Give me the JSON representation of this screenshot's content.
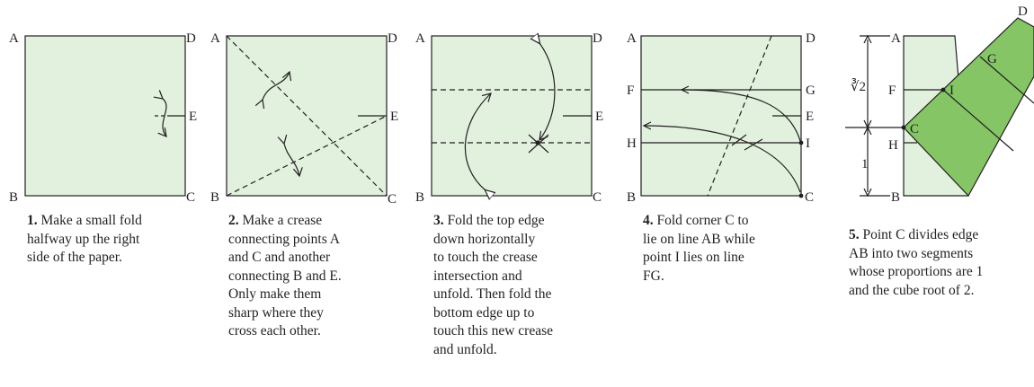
{
  "colors": {
    "paper": "#e1f1de",
    "folded": "#85c566",
    "ink": "#231f20"
  },
  "labels": {
    "A": "A",
    "B": "B",
    "C": "C",
    "D": "D",
    "E": "E",
    "F": "F",
    "G": "G",
    "H": "H",
    "I": "I",
    "cube_root": "∛2",
    "one": "1"
  },
  "steps": [
    {
      "num": "1.",
      "lines": [
        "Make a small fold",
        "halfway up the right",
        "side of the paper."
      ]
    },
    {
      "num": "2.",
      "lines": [
        "Make a crease",
        "connecting points A",
        "and C and another",
        "connecting B and E.",
        "Only make them",
        "sharp where they",
        "cross each other."
      ]
    },
    {
      "num": "3.",
      "lines": [
        "Fold the top edge",
        "down horizontally",
        "to touch the crease",
        "intersection and",
        "unfold. Then fold the",
        "bottom edge up to",
        "touch this new crease",
        "and unfold."
      ]
    },
    {
      "num": "4.",
      "lines": [
        "Fold corner C to",
        "lie on line AB while",
        "point I lies on line",
        "FG."
      ]
    },
    {
      "num": "5.",
      "lines": [
        "Point C divides edge",
        "AB into two segments",
        "whose proportions are 1",
        "and the cube root of 2."
      ]
    }
  ]
}
